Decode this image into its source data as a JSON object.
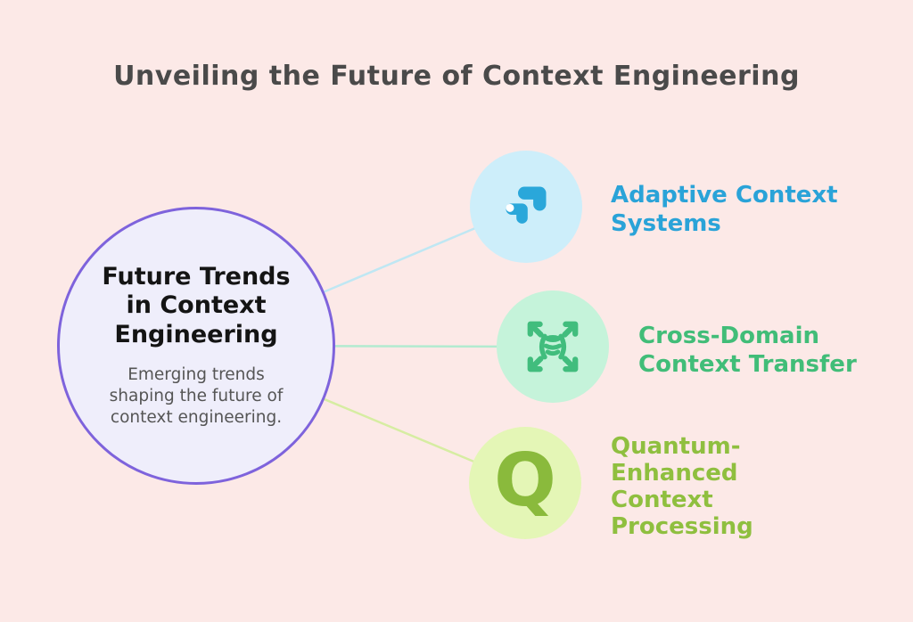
{
  "title": "Unveiling the Future of Context Engineering",
  "background_color": "#fce9e7",
  "title_color": "#4a4a4a",
  "center": {
    "heading": "Future Trends in Context Engineering",
    "description": "Emerging trends shaping the future of context engineering.",
    "fill_color": "#efeefb",
    "border_color": "#7e63dc"
  },
  "nodes": [
    {
      "label": "Adaptive Context Systems",
      "icon": "adaptive-shapes-icon",
      "circle_color": "#cdeefa",
      "icon_color": "#2aa7da",
      "label_color": "#2aa3d8",
      "connector_color": "#bfe7f3"
    },
    {
      "label": "Cross-Domain Context Transfer",
      "icon": "expand-arrows-database-icon",
      "circle_color": "#c5f3da",
      "icon_color": "#41bd7d",
      "label_color": "#41bd78",
      "connector_color": "#b2ebd0"
    },
    {
      "label": "Quantum-Enhanced Context Processing",
      "icon": "letter-q-icon",
      "glyph": "Q",
      "circle_color": "#e4f6b6",
      "icon_color": "#8aba3c",
      "label_color": "#8fbf3f",
      "connector_color": "#d6eda2"
    }
  ]
}
